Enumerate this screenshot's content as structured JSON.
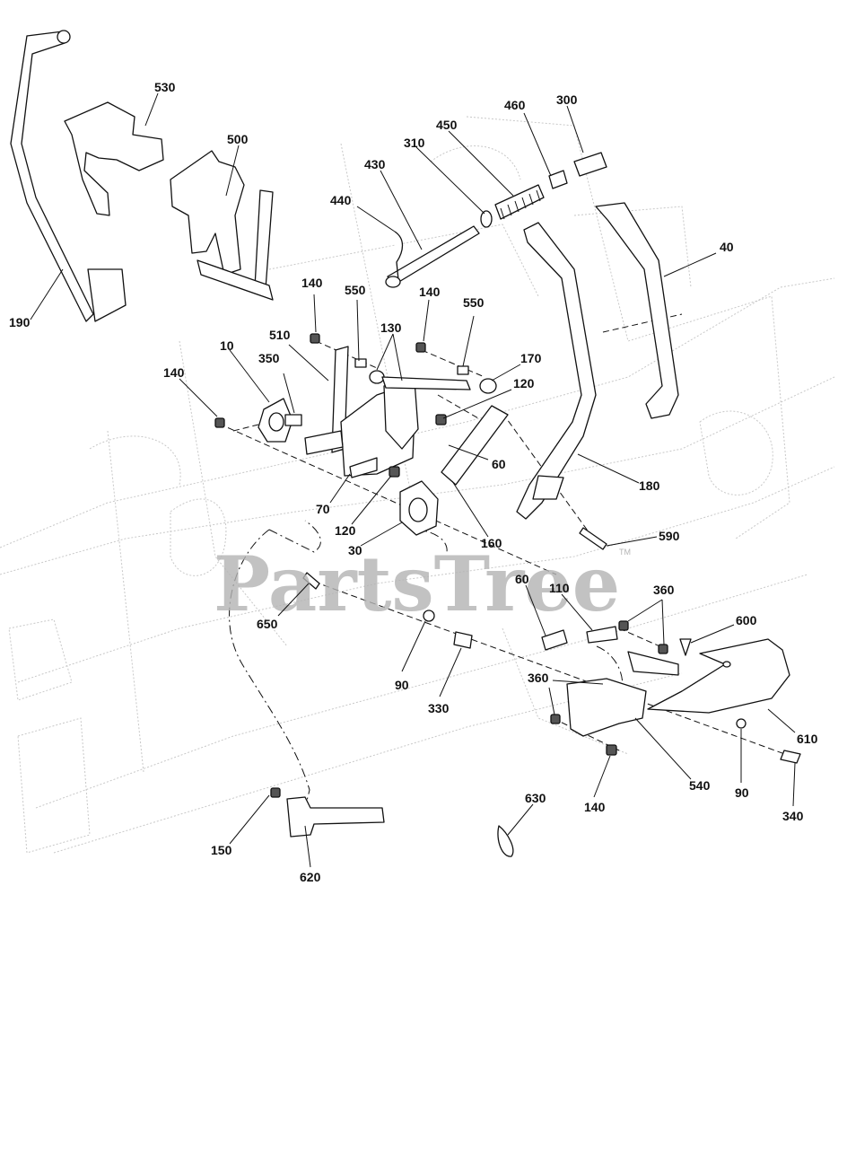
{
  "watermark": {
    "text": "PartsTree",
    "trademark": "TM"
  },
  "callouts": [
    {
      "id": "c530",
      "text": "530"
    },
    {
      "id": "c500",
      "text": "500"
    },
    {
      "id": "c190",
      "text": "190"
    },
    {
      "id": "c460",
      "text": "460"
    },
    {
      "id": "c300",
      "text": "300"
    },
    {
      "id": "c450",
      "text": "450"
    },
    {
      "id": "c310",
      "text": "310"
    },
    {
      "id": "c430",
      "text": "430"
    },
    {
      "id": "c440",
      "text": "440"
    },
    {
      "id": "c40",
      "text": "40"
    },
    {
      "id": "c140a",
      "text": "140"
    },
    {
      "id": "c550a",
      "text": "550"
    },
    {
      "id": "c140b",
      "text": "140"
    },
    {
      "id": "c550b",
      "text": "550"
    },
    {
      "id": "c130",
      "text": "130"
    },
    {
      "id": "c10",
      "text": "10"
    },
    {
      "id": "c510",
      "text": "510"
    },
    {
      "id": "c350",
      "text": "350"
    },
    {
      "id": "c170",
      "text": "170"
    },
    {
      "id": "c140c",
      "text": "140"
    },
    {
      "id": "c120a",
      "text": "120"
    },
    {
      "id": "c60a",
      "text": "60"
    },
    {
      "id": "c180",
      "text": "180"
    },
    {
      "id": "c70",
      "text": "70"
    },
    {
      "id": "c120b",
      "text": "120"
    },
    {
      "id": "c30",
      "text": "30"
    },
    {
      "id": "c160",
      "text": "160"
    },
    {
      "id": "c590",
      "text": "590"
    },
    {
      "id": "c60b",
      "text": "60"
    },
    {
      "id": "c110",
      "text": "110"
    },
    {
      "id": "c360a",
      "text": "360"
    },
    {
      "id": "c600",
      "text": "600"
    },
    {
      "id": "c650",
      "text": "650"
    },
    {
      "id": "c90a",
      "text": "90"
    },
    {
      "id": "c330",
      "text": "330"
    },
    {
      "id": "c360b",
      "text": "360"
    },
    {
      "id": "c610",
      "text": "610"
    },
    {
      "id": "c540",
      "text": "540"
    },
    {
      "id": "c90b",
      "text": "90"
    },
    {
      "id": "c140d",
      "text": "140"
    },
    {
      "id": "c630",
      "text": "630"
    },
    {
      "id": "c340",
      "text": "340"
    },
    {
      "id": "c150",
      "text": "150"
    },
    {
      "id": "c620",
      "text": "620"
    }
  ]
}
